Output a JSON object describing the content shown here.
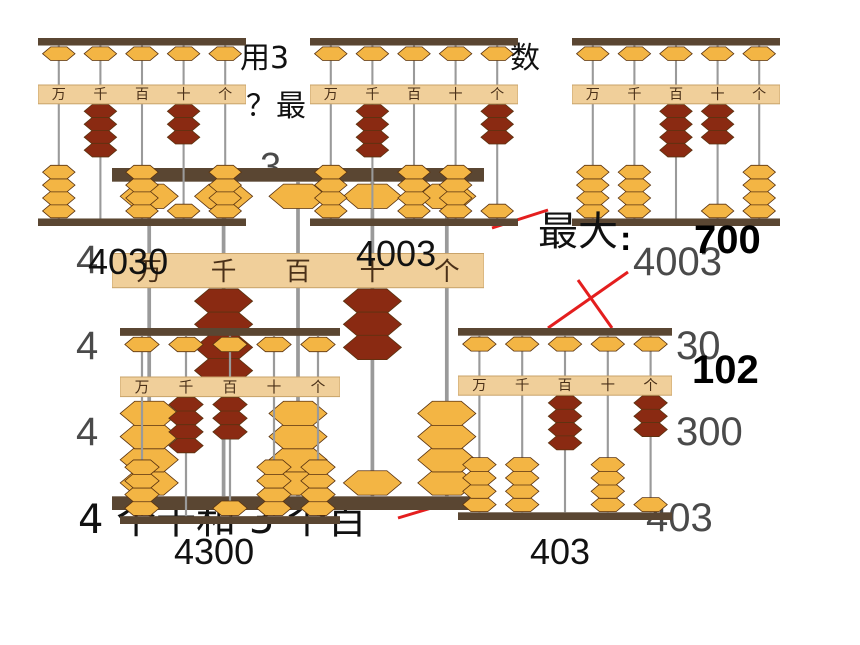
{
  "question": {
    "line1_a": "用3",
    "line1_b": "数",
    "line2": "？最",
    "lone_digit": "3",
    "bottom_row": "4 个千和 3 个百"
  },
  "label_max": "最大",
  "colon": ":",
  "bold_numbers": {
    "top": "700",
    "middle": "102"
  },
  "right_column": [
    "4003",
    "30",
    "300",
    "403"
  ],
  "left_digits": [
    "4",
    "4",
    "4"
  ],
  "digit_labels": [
    "万",
    "千",
    "百",
    "十",
    "个"
  ],
  "abacus_captions": [
    "4030",
    "4003",
    "4300",
    "403"
  ],
  "big_abacus_values": [
    0,
    4,
    0,
    3,
    0
  ],
  "abaci": [
    {
      "name": "abacus-4030",
      "values": [
        0,
        4,
        0,
        3,
        0
      ]
    },
    {
      "name": "abacus-4003",
      "values": [
        0,
        4,
        0,
        0,
        3
      ]
    },
    {
      "name": "abacus-0430",
      "values": [
        0,
        0,
        4,
        3,
        0
      ]
    },
    {
      "name": "abacus-4300",
      "values": [
        0,
        4,
        3,
        0,
        0
      ]
    },
    {
      "name": "abacus-0403",
      "values": [
        0,
        0,
        4,
        0,
        3
      ]
    }
  ],
  "colors": {
    "frame": "#5a4632",
    "bar": "#f0cf9a",
    "rod": "#9a9a9a",
    "bead_light": "#f3b544",
    "bead_dark": "#8a2a12",
    "line": "#e41e1e"
  }
}
